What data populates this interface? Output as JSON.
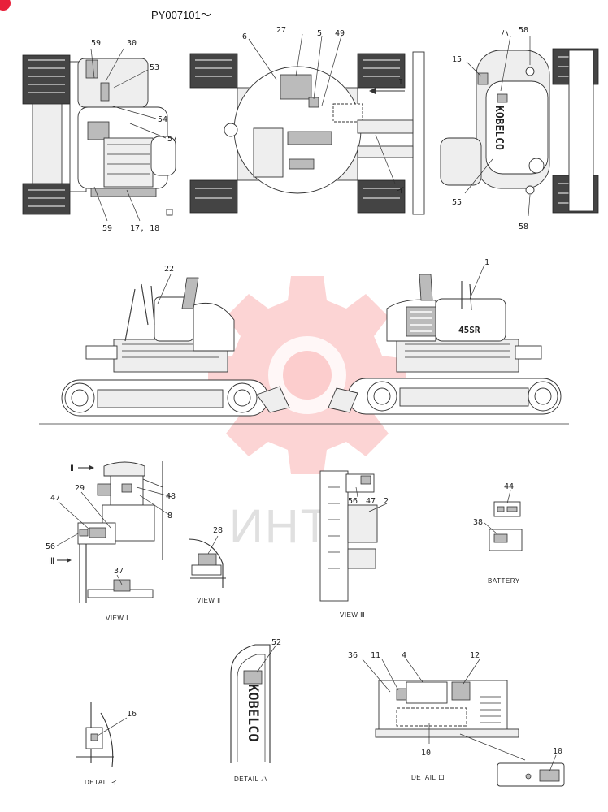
{
  "header": {
    "serial": "PY007101～"
  },
  "watermark": {
    "text": "ИНТЕ"
  },
  "logo": {
    "text": "KOBELCO",
    "model": "45SR"
  },
  "captions": {
    "view1": "VIEW Ⅰ",
    "view2": "VIEW Ⅱ",
    "view3": "VIEW Ⅲ",
    "battery": "BATTERY",
    "detail_i": "DETAIL イ",
    "detail_ha": "DETAIL ハ",
    "detail_ro": "DETAIL ロ"
  },
  "arrows": {
    "I": "I",
    "II": "Ⅱ",
    "III": "Ⅲ"
  },
  "kana": {
    "i": "イ",
    "ro": "ロ",
    "ha": "ハ"
  },
  "callouts": {
    "c59a": "59",
    "c30": "30",
    "c53": "53",
    "c54": "54",
    "c57": "57",
    "c59b": "59",
    "c1718": "17, 18",
    "c6": "6",
    "c27": "27",
    "c5": "5",
    "c49": "49",
    "c15": "15",
    "c58a": "58",
    "c55": "55",
    "c58b": "58",
    "c22": "22",
    "c1": "1",
    "c29": "29",
    "c47a": "47",
    "c56a": "56",
    "c48": "48",
    "c8": "8",
    "c37": "37",
    "c28": "28",
    "c56b": "56",
    "c47b": "47",
    "c2": "2",
    "c44": "44",
    "c38": "38",
    "c16": "16",
    "c52": "52",
    "c36": "36",
    "c11": "11",
    "c4": "4",
    "c12": "12",
    "c10a": "10",
    "c10b": "10"
  }
}
